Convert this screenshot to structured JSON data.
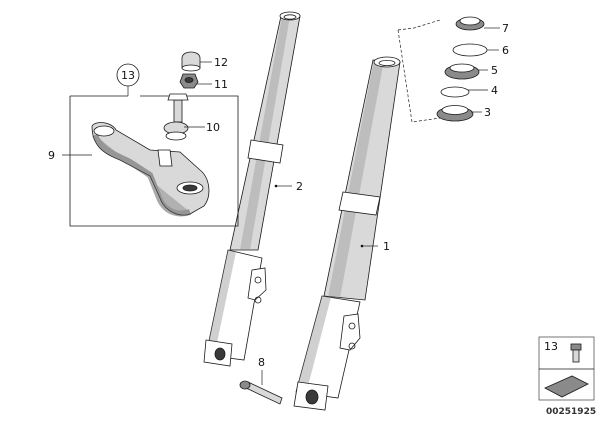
{
  "callouts": {
    "c1": "1",
    "c2": "2",
    "c3": "3",
    "c4": "4",
    "c5": "5",
    "c6": "6",
    "c7": "7",
    "c8": "8",
    "c9": "9",
    "c10": "10",
    "c11": "11",
    "c12": "12",
    "c13": "13"
  },
  "legend": {
    "ref": "13"
  },
  "doc_number": "00251925"
}
